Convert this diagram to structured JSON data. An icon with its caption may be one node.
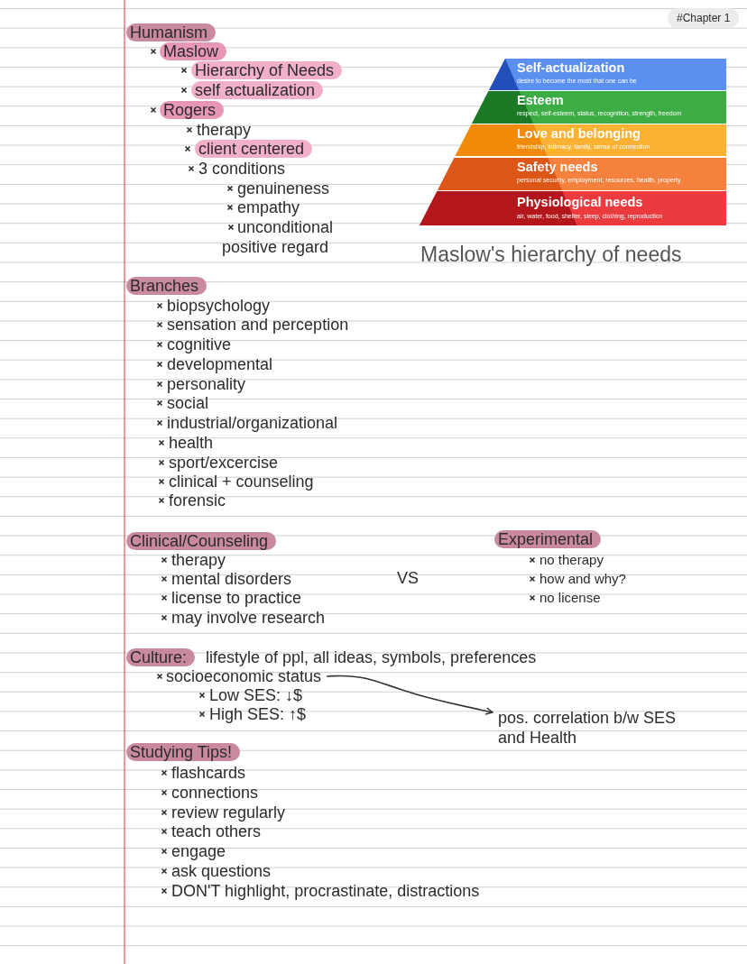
{
  "diagram": {
    "nodes": [
      {
        "text": [
          "#Chapter 1"
        ]
      },
      {
        "text": [
          "Humanism"
        ]
      },
      {
        "text": [
          "Maslow"
        ]
      },
      {
        "text": [
          "Hierarchy of Needs"
        ]
      },
      {
        "text": [
          "self actualization"
        ]
      },
      {
        "text": [
          "Rogers"
        ]
      },
      {
        "text": [
          "client centered"
        ]
      },
      {
        "text": [
          "Self-actualization",
          "desire to become the most that one can be"
        ]
      },
      {
        "text": [
          "Esteem",
          "respect, self-esteem, status, recognition, strength, freedom"
        ]
      },
      {
        "text": [
          "Love and belonging",
          "friendship, intimacy, family, sense of connection"
        ]
      },
      {
        "text": [
          "Safety needs",
          "personal security, employment, resources, health, property"
        ]
      },
      {
        "text": [
          "Physiological needs",
          "air, water, food, shelter, sleep, clothing, reproduction"
        ]
      },
      {
        "text": [
          "Branches"
        ]
      },
      {
        "text": [
          "Clinical/Counseling"
        ]
      },
      {
        "text": [
          "Experimental"
        ]
      },
      {
        "text": [
          "Culture:"
        ]
      },
      {
        "text": [
          "socioeconomic status"
        ]
      },
      {
        "text": [
          "pos. correlation b/w SES and Health"
        ]
      },
      {
        "text": [
          "Studying Tips!"
        ]
      }
    ],
    "edges": [
      {
        "from": 16,
        "to": 17,
        "arrow": "to"
      }
    ],
    "labels": [
      "therapy",
      "3 conditions",
      "genuineness",
      "empathy",
      "unconditional positive regard",
      "Maslow's hierarchy of needs",
      "biopsychology",
      "sensation and perception",
      "cognitive",
      "developmental",
      "personality",
      "social",
      "industrial/organizational",
      "health",
      "sport/excercise",
      "clinical + counseling",
      "forensic",
      "therapy",
      "mental disorders",
      "license to practice",
      "may involve research",
      "VS",
      "no therapy",
      "how and why?",
      "no license",
      "lifestyle of ppl, all ideas, symbols, preferences",
      "Low SES: ↓$",
      "High SES: ↑$",
      "flashcards",
      "connections",
      "review regularly",
      "teach others",
      "engage",
      "ask questions",
      "DON'T highlight, procrastinate, distractions"
    ]
  }
}
